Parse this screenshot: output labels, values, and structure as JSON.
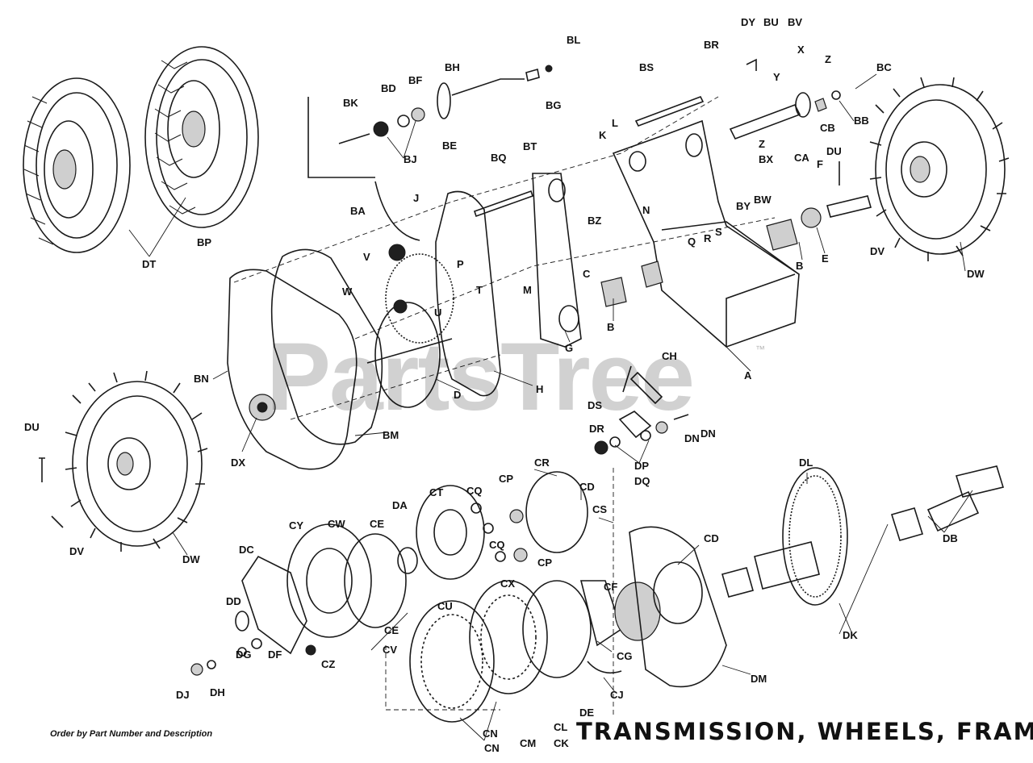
{
  "title": "TRANSMISSION, WHEELS, FRAME",
  "footer_note": "Order by Part Number and Description",
  "watermark": {
    "text": "PartsTree",
    "mark": "™"
  },
  "callouts": [
    "A",
    "B",
    "B",
    "C",
    "D",
    "E",
    "F",
    "G",
    "H",
    "J",
    "K",
    "L",
    "M",
    "N",
    "P",
    "Q",
    "R",
    "S",
    "T",
    "U",
    "V",
    "W",
    "X",
    "Y",
    "Z",
    "Z",
    "BA",
    "BB",
    "BC",
    "BD",
    "BE",
    "BF",
    "BG",
    "BH",
    "BJ",
    "BK",
    "BL",
    "BM",
    "BN",
    "BP",
    "BQ",
    "BR",
    "BS",
    "BT",
    "BU",
    "BV",
    "BW",
    "BX",
    "BY",
    "BZ",
    "CA",
    "CB",
    "CD",
    "CD",
    "CE",
    "CE",
    "CF",
    "CG",
    "CH",
    "CJ",
    "CK",
    "CL",
    "CM",
    "CN",
    "CN",
    "CP",
    "CP",
    "CQ",
    "CQ",
    "CR",
    "CS",
    "CT",
    "CU",
    "CV",
    "CW",
    "CX",
    "CY",
    "CZ",
    "DA",
    "DB",
    "DC",
    "DD",
    "DE",
    "DF",
    "DG",
    "DH",
    "DJ",
    "DK",
    "DL",
    "DM",
    "DN",
    "DN",
    "DP",
    "DQ",
    "DR",
    "DS",
    "DT",
    "DU",
    "DU",
    "DV",
    "DV",
    "DW",
    "DW",
    "DX",
    "DY"
  ]
}
